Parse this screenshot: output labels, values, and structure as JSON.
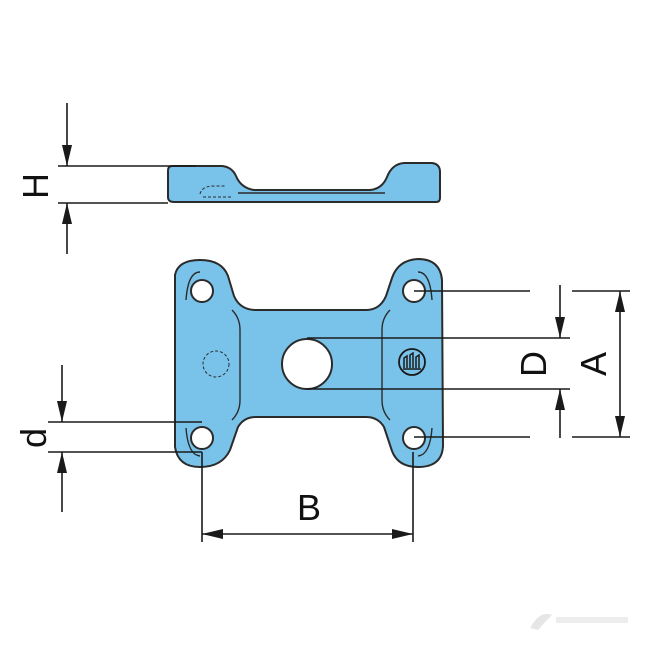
{
  "dimensions": {
    "height_label": "H",
    "hole_diameter_label": "d",
    "center_hole_label": "D",
    "width_label": "B",
    "spacing_label": "A"
  },
  "colors": {
    "part_fill": "#79c3ea",
    "outline": "#2b2b2b",
    "dimension": "#1a1a1a"
  }
}
